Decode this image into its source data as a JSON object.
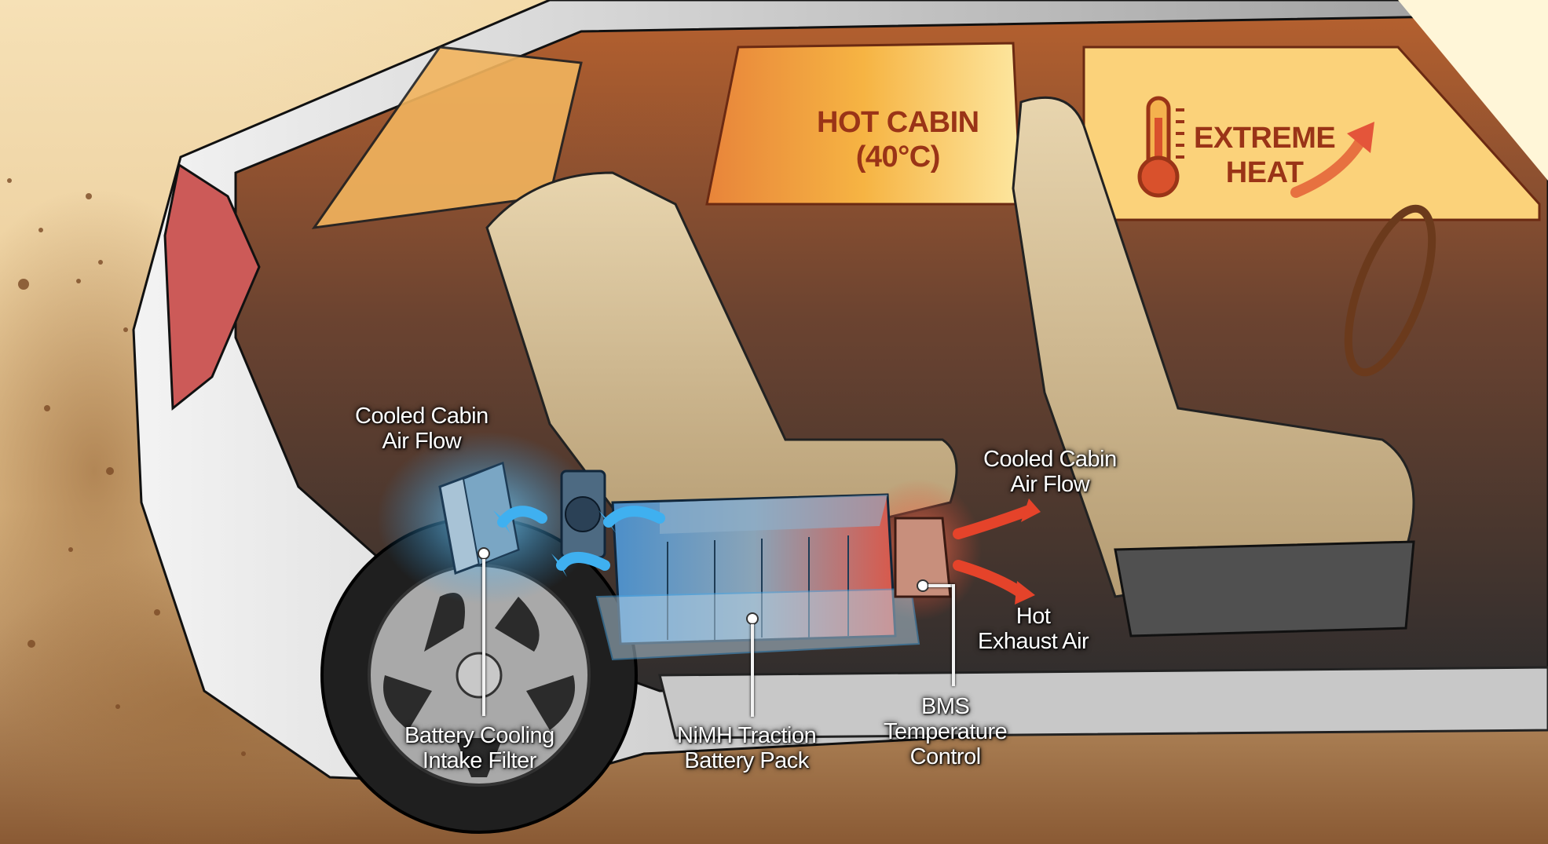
{
  "diagram": {
    "subject": "Hybrid car cutaway showing traction battery cooling system under rear seat",
    "banners": {
      "hot_cabin": {
        "line1": "HOT CABIN",
        "line2": "(40°C)"
      },
      "extreme_heat": {
        "line1": "EXTREME",
        "line2": "HEAT",
        "icon": "thermometer-icon",
        "arrow_icon": "rising-arrow-icon"
      }
    },
    "labels": {
      "cooled_air_left": {
        "line1": "Cooled Cabin",
        "line2": "Air Flow"
      },
      "cooled_air_right": {
        "line1": "Cooled Cabin",
        "line2": "Air Flow"
      },
      "hot_exhaust": {
        "line1": "Hot",
        "line2": "Exhaust Air"
      },
      "intake_filter": {
        "line1": "Battery Cooling",
        "line2": "Intake Filter"
      },
      "battery_pack": {
        "line1": "NiMH Traction",
        "line2": "Battery Pack"
      },
      "bms": {
        "line1": "BMS",
        "line2": "Temperature",
        "line3": "Control"
      }
    },
    "colors": {
      "background_dust": "#e9cfa0",
      "heat_text": "#9a3417",
      "cool_blue": "#3fb0f0",
      "hot_red": "#e5432a",
      "cabin_glow": "#f5a635",
      "body_silver": "#d9d9d9",
      "interior_dark": "#3a3838",
      "seat_beige": "#d8c096"
    }
  }
}
